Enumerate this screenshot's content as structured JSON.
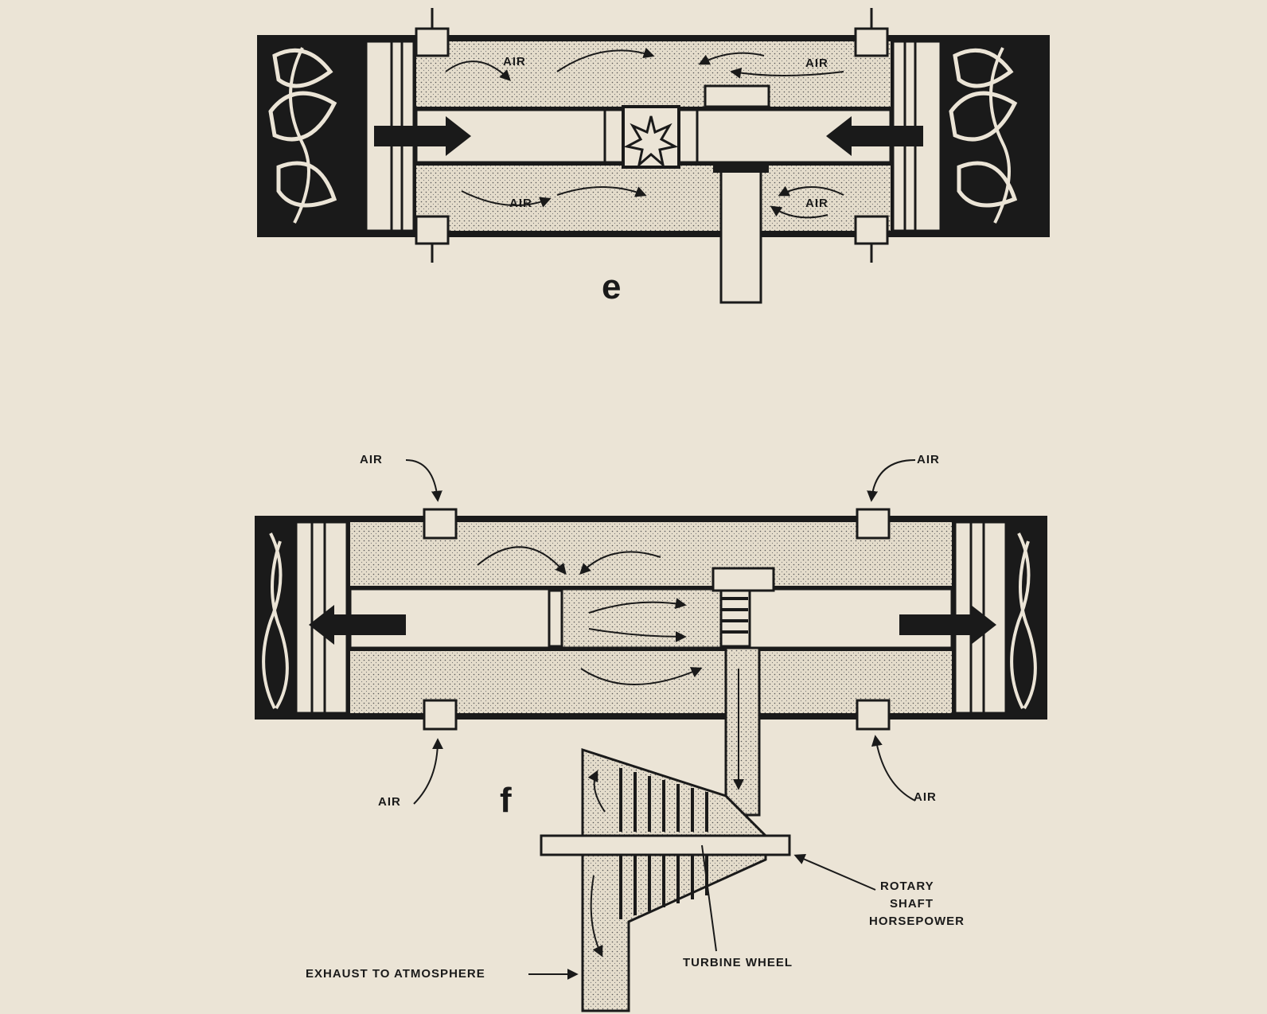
{
  "diagram_e": {
    "label": "e",
    "air_labels": [
      "AIR",
      "AIR",
      "AIR",
      "AIR"
    ]
  },
  "diagram_f": {
    "label": "f",
    "air_labels": [
      "AIR",
      "AIR",
      "AIR",
      "AIR"
    ],
    "rotary_label": [
      "ROTARY",
      "SHAFT",
      "HORSEPOWER"
    ],
    "turbine_label": "TURBINE WHEEL",
    "exhaust_label": "EXHAUST TO ATMOSPHERE"
  },
  "colors": {
    "paper": "#ebe4d6",
    "ink": "#1a1a1a",
    "stipple": "#ded6c4"
  }
}
